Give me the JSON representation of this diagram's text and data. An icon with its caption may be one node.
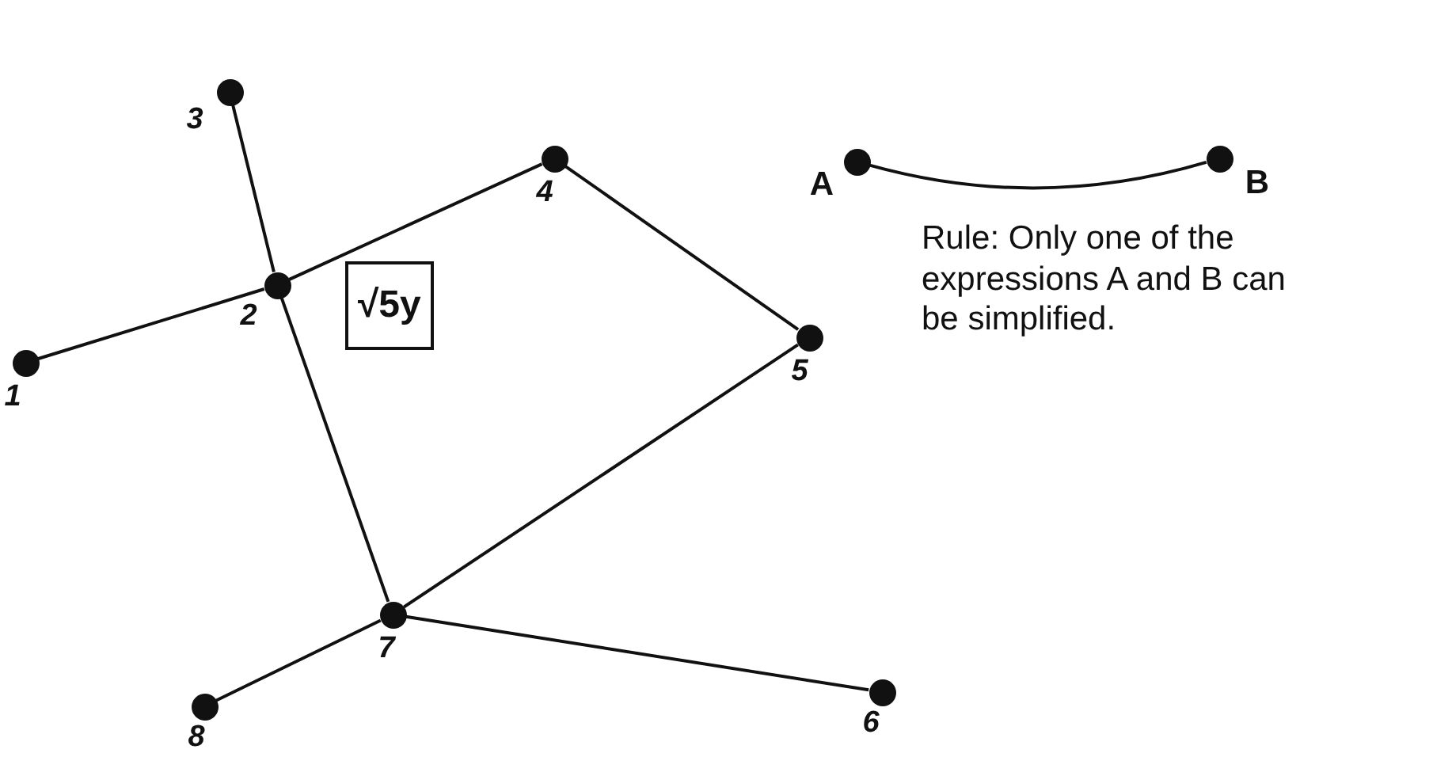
{
  "diagram": {
    "nodes": [
      {
        "text": [],
        "shape": "circle",
        "beside": [
          "1"
        ]
      },
      {
        "text": [],
        "shape": "circle",
        "beside": [
          "2"
        ]
      },
      {
        "text": [],
        "shape": "circle",
        "beside": [
          "3"
        ]
      },
      {
        "text": [],
        "shape": "circle",
        "beside": [
          "4"
        ]
      },
      {
        "text": [],
        "shape": "circle",
        "beside": [
          "5"
        ]
      },
      {
        "text": [],
        "shape": "circle",
        "beside": [
          "6"
        ]
      },
      {
        "text": [],
        "shape": "circle",
        "beside": [
          "7"
        ]
      },
      {
        "text": [],
        "shape": "circle",
        "beside": [
          "8"
        ]
      },
      {
        "text": [
          "√5y"
        ]
      },
      {
        "text": [],
        "shape": "circle",
        "beside": [
          "A"
        ]
      },
      {
        "text": [],
        "shape": "circle",
        "beside": [
          "B"
        ]
      }
    ],
    "edges": [
      {
        "from": 0,
        "to": 1,
        "arrow": "none"
      },
      {
        "from": 2,
        "to": 1,
        "arrow": "none"
      },
      {
        "from": 1,
        "to": 3,
        "arrow": "none"
      },
      {
        "from": 3,
        "to": 4,
        "arrow": "none"
      },
      {
        "from": 1,
        "to": 6,
        "arrow": "none"
      },
      {
        "from": 4,
        "to": 6,
        "arrow": "none"
      },
      {
        "from": 6,
        "to": 7,
        "arrow": "none"
      },
      {
        "from": 6,
        "to": 5,
        "arrow": "none"
      },
      {
        "from": 9,
        "to": 10,
        "arrow": "none"
      }
    ],
    "labels": [
      "Rule: Only one of the expressions A and B can be simplified."
    ]
  }
}
